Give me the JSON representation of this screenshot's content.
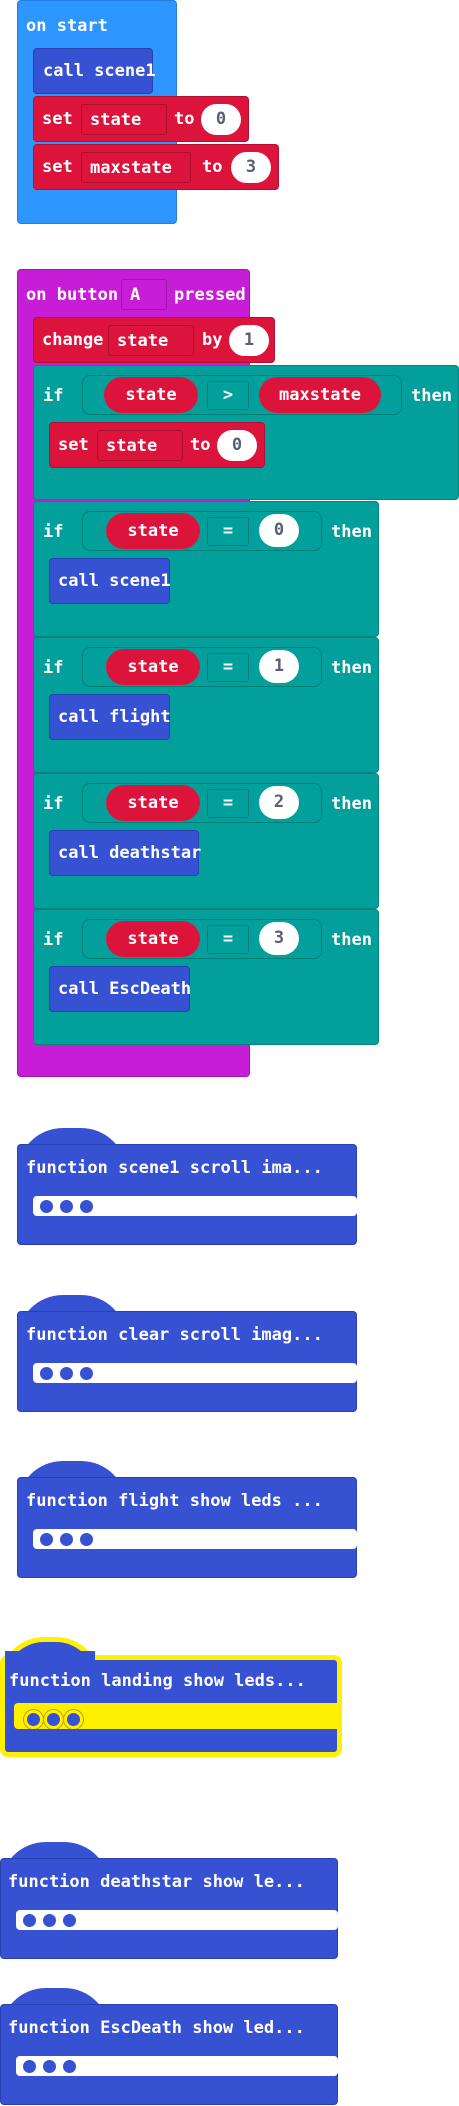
{
  "colors": {
    "event": "#2d96ff",
    "button_event": "#c81dd6",
    "call": "#3651d2",
    "variable": "#dc143c",
    "logic": "#03a09b",
    "highlight": "#ffef00",
    "number_text": "#575e75"
  },
  "on_start": {
    "header": "on start",
    "call_label": "call scene1",
    "set_keyword": "set",
    "to_keyword": "to",
    "set1": {
      "variable": "state",
      "value": "0"
    },
    "set2": {
      "variable": "maxstate",
      "value": "3"
    }
  },
  "on_button": {
    "prefix": "on button",
    "button": "A",
    "suffix": "pressed",
    "change": {
      "keyword": "change",
      "variable": "state",
      "by_keyword": "by",
      "value": "1"
    },
    "if_keyword": "if",
    "then_keyword": "then",
    "first_if": {
      "left": "state",
      "operator": ">",
      "right": "maxstate",
      "body": {
        "keyword": "set",
        "variable": "state",
        "to_keyword": "to",
        "value": "0"
      }
    },
    "branches": [
      {
        "variable": "state",
        "operator": "=",
        "value": "0",
        "call": "call scene1"
      },
      {
        "variable": "state",
        "operator": "=",
        "value": "1",
        "call": "call flight"
      },
      {
        "variable": "state",
        "operator": "=",
        "value": "2",
        "call": "call deathstar"
      },
      {
        "variable": "state",
        "operator": "=",
        "value": "3",
        "call": "call EscDeath"
      }
    ]
  },
  "functions": [
    {
      "label": "function scene1  scroll ima...",
      "highlighted": false
    },
    {
      "label": "function clear  scroll imag...",
      "highlighted": false
    },
    {
      "label": "function flight  show leds ...",
      "highlighted": false
    },
    {
      "label": "function landing  show leds...",
      "highlighted": true
    },
    {
      "label": "function deathstar  show le...",
      "highlighted": false
    },
    {
      "label": "function EscDeath  show led...",
      "highlighted": false
    }
  ]
}
